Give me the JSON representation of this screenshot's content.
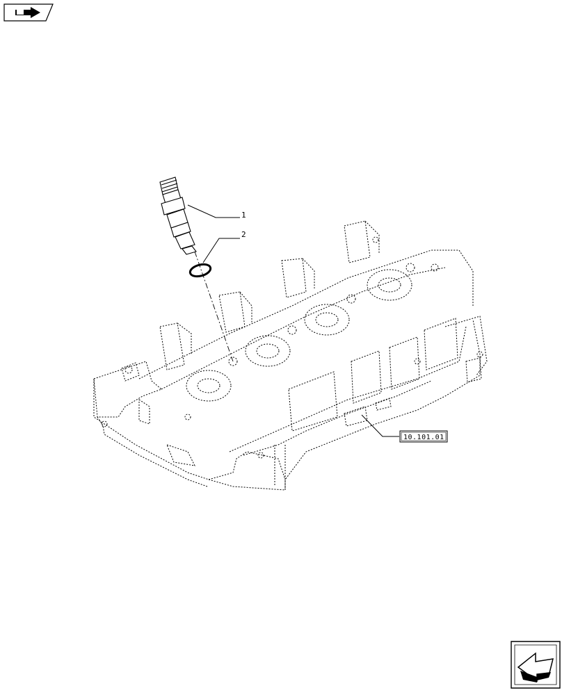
{
  "callouts": [
    {
      "label": "1",
      "part": "fuel-injector"
    },
    {
      "label": "2",
      "part": "sealing-ring"
    }
  ],
  "reference_box": {
    "label": "10.101.01"
  },
  "icons": {
    "top_left": "back-arrow-badge-icon",
    "bottom_right": "navigate-arrow-badge-icon"
  }
}
